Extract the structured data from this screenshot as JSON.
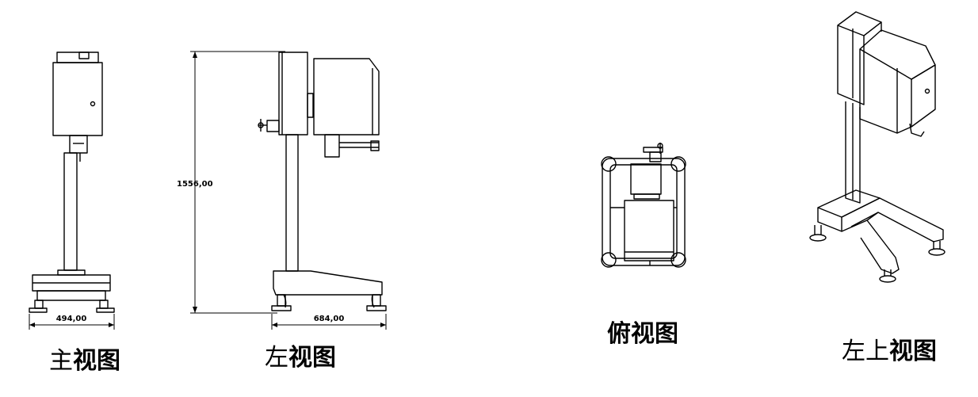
{
  "dimensions": {
    "width_front": "494,00",
    "height_side": "1556,00",
    "width_side": "684,00"
  },
  "captions": {
    "front_a": "主",
    "front_b": "视图",
    "left_a": "左",
    "left_b": "视图",
    "top": "俯视图",
    "iso_a": "左上",
    "iso_b": "视图"
  },
  "colors": {
    "line": "#000000",
    "background": "#ffffff"
  }
}
